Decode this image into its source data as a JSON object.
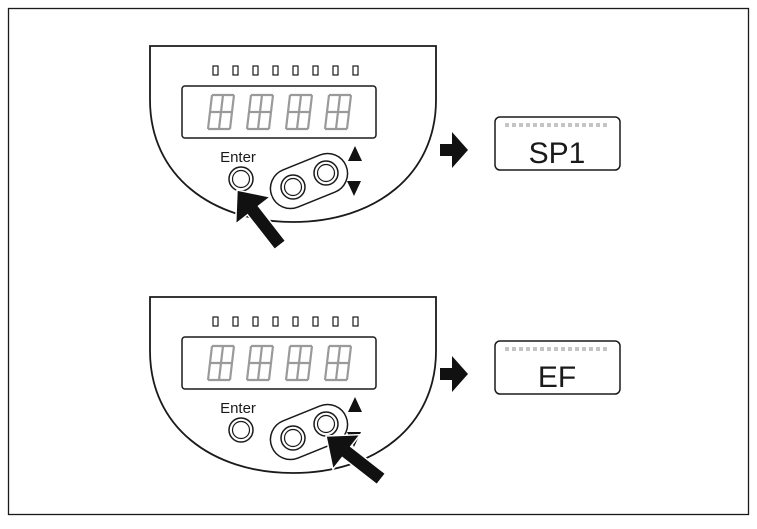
{
  "colors": {
    "stroke": "#1a1a1a",
    "segment": "#9a9a9a",
    "led": "#1a1a1a",
    "arrow": "#111111",
    "background": "#ffffff"
  },
  "icons": {
    "pointer": "pressing-hand-arrow-icon",
    "result": "result-arrow-icon",
    "up": "triangle-up-icon",
    "down": "triangle-down-icon"
  },
  "steps": [
    {
      "enter_label": "Enter",
      "result_text": "SP1",
      "pressed_button": "enter"
    },
    {
      "enter_label": "Enter",
      "result_text": "EF",
      "pressed_button": "set"
    }
  ]
}
